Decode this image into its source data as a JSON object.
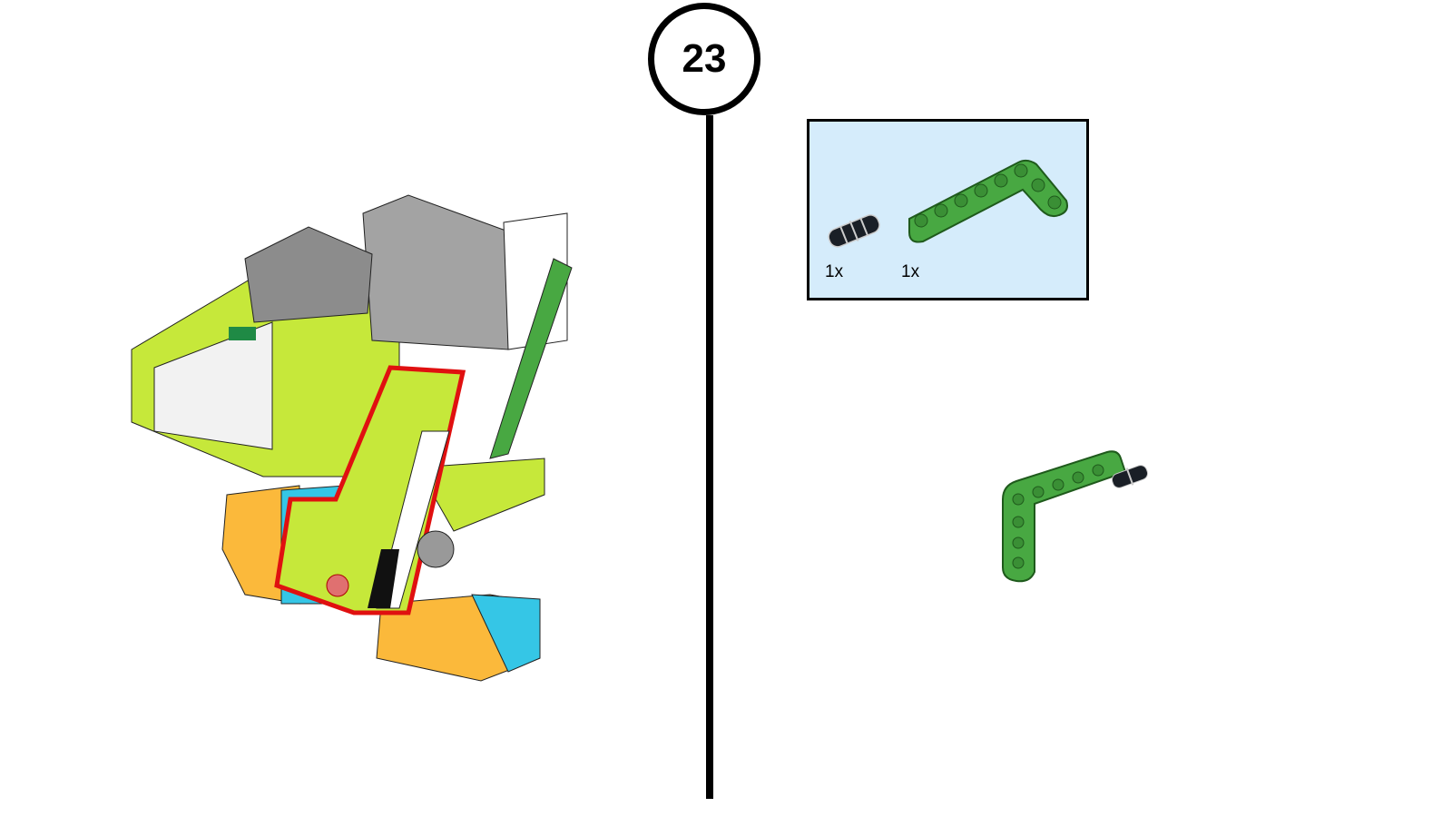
{
  "step": {
    "number": "23"
  },
  "parts_list": {
    "items": [
      {
        "name": "black-connector-pin",
        "quantity": "1x",
        "color": "#1a1f26"
      },
      {
        "name": "green-l-beam",
        "quantity": "1x",
        "color": "#48a842"
      }
    ],
    "background": "#d5ecfb"
  },
  "colors": {
    "lime": "#c6e83a",
    "orange": "#fbb93b",
    "cyan": "#35c6e6",
    "gray": "#9a9a9a",
    "highlight": "#e01010"
  }
}
